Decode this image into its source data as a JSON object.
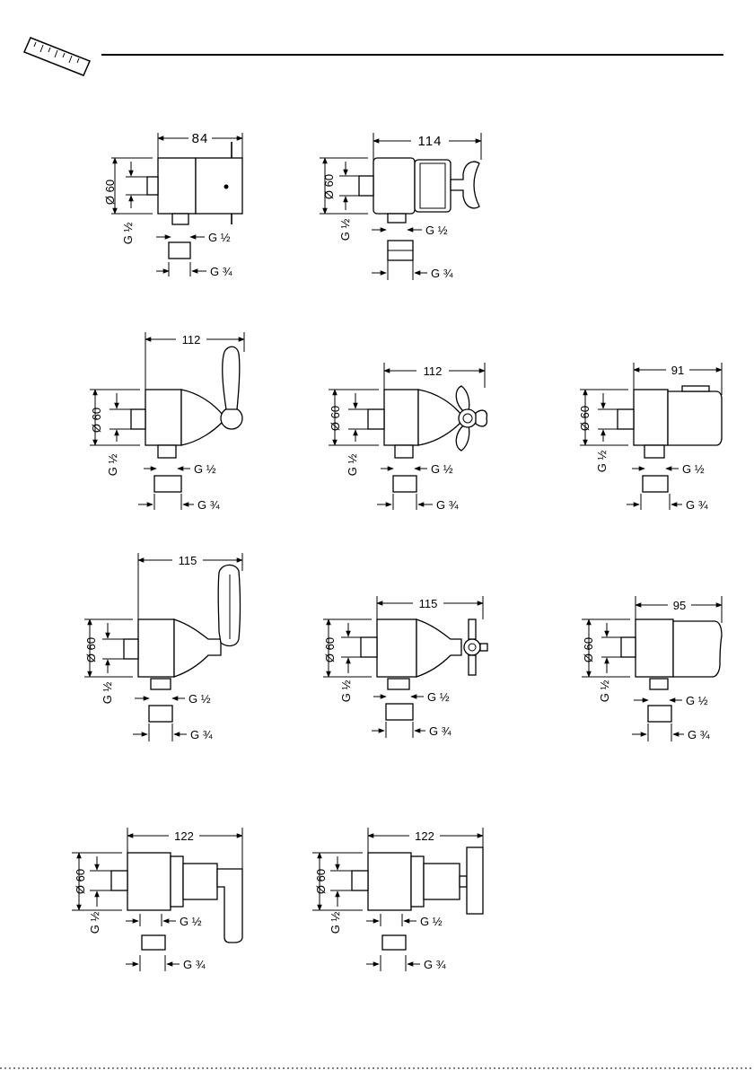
{
  "labels": {
    "diameter": "Ø 60",
    "g_half": "G ½",
    "g_three_quarter": "G ¾"
  },
  "drawings": [
    {
      "id": "d1",
      "width_dim": "84"
    },
    {
      "id": "d2",
      "width_dim": "114"
    },
    {
      "id": "d3",
      "width_dim": "112"
    },
    {
      "id": "d4",
      "width_dim": "112"
    },
    {
      "id": "d5",
      "width_dim": "91"
    },
    {
      "id": "d6",
      "width_dim": "115"
    },
    {
      "id": "d7",
      "width_dim": "115"
    },
    {
      "id": "d8",
      "width_dim": "95"
    },
    {
      "id": "d9",
      "width_dim": "122"
    },
    {
      "id": "d10",
      "width_dim": "122"
    }
  ]
}
